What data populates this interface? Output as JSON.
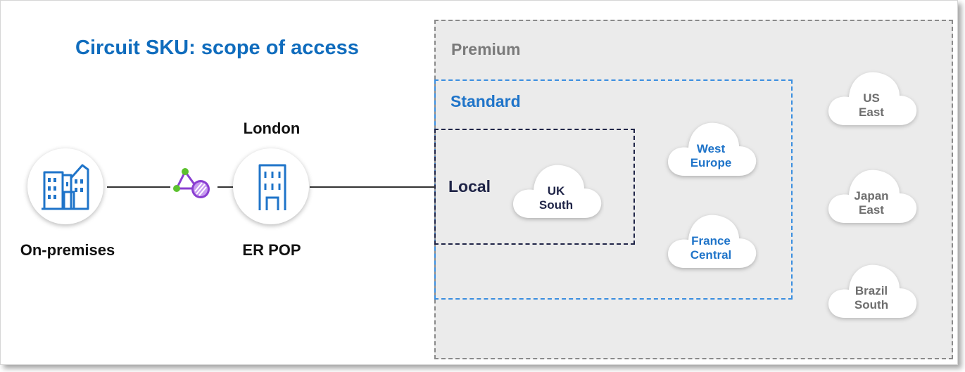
{
  "title": "Circuit SKU: scope of access",
  "zones": {
    "premium": {
      "label": "Premium"
    },
    "standard": {
      "label": "Standard"
    },
    "local": {
      "label": "Local"
    }
  },
  "nodes": {
    "onprem": {
      "label": "On-premises",
      "icon": "office-buildings-icon"
    },
    "pop": {
      "label": "ER POP",
      "location": "London",
      "icon": "building-icon"
    },
    "peering": {
      "icon": "expressroute-peering-icon"
    }
  },
  "regions": {
    "uk_south": {
      "line1": "UK",
      "line2": "South",
      "scope": "Local"
    },
    "west_europe": {
      "line1": "West",
      "line2": "Europe",
      "scope": "Standard"
    },
    "france_central": {
      "line1": "France",
      "line2": "Central",
      "scope": "Standard"
    },
    "us_east": {
      "line1": "US",
      "line2": "East",
      "scope": "Premium"
    },
    "japan_east": {
      "line1": "Japan",
      "line2": "East",
      "scope": "Premium"
    },
    "brazil_south": {
      "line1": "Brazil",
      "line2": "South",
      "scope": "Premium"
    }
  },
  "colors": {
    "title": "#0f6cbd",
    "premium": "#7a7a7a",
    "standard": "#1f74c9",
    "local": "#1f2447",
    "peering": "#8a3fd1"
  }
}
